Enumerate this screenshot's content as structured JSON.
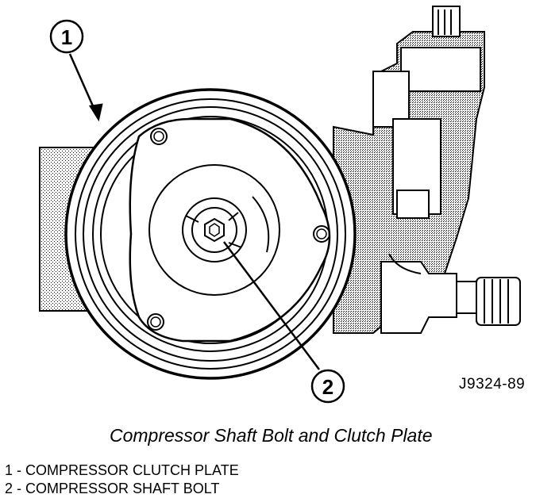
{
  "diagram": {
    "callouts": [
      {
        "number": "1",
        "label": "COMPRESSOR CLUTCH PLATE"
      },
      {
        "number": "2",
        "label": "COMPRESSOR SHAFT BOLT"
      }
    ],
    "figure_id": "J9324-89",
    "caption": "Compressor Shaft Bolt and Clutch Plate",
    "legend": [
      "1 - COMPRESSOR CLUTCH PLATE",
      "2 - COMPRESSOR SHAFT BOLT"
    ]
  }
}
